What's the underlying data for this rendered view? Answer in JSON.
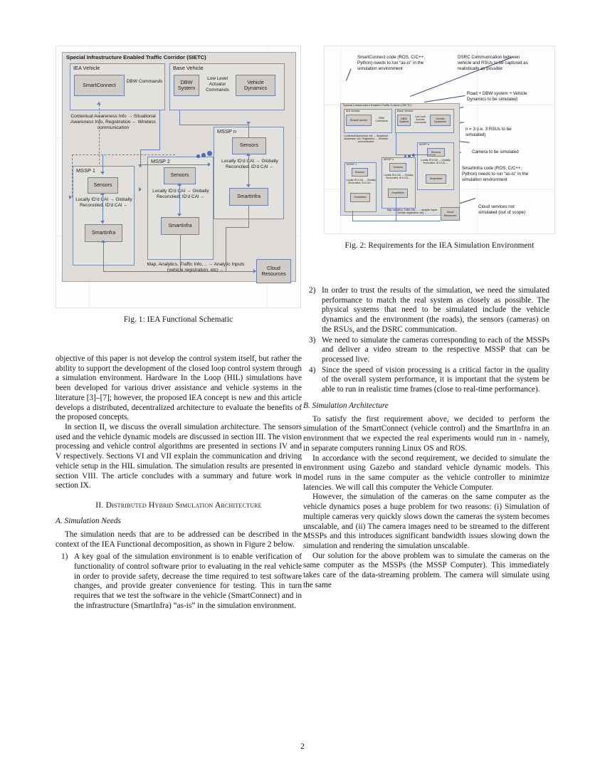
{
  "document": {
    "page_number": "2"
  },
  "figures": [
    {
      "id": "fig1",
      "caption": "Fig. 1: IEA Functional Schematic",
      "outer_title": "Special Infrastructure Enabled Traffic Corridor (SIETC)",
      "groups": {
        "iea_vehicle": "IEA Vehicle",
        "base_vehicle": "Base Vehicle",
        "mssp_n": "MSSP n",
        "mssp_1": "MSSP 1",
        "mssp_2": "MSSP 2"
      },
      "nodes": {
        "smartconnect": "SmartConnect",
        "dbw_system": "DBW System",
        "vehicle_dynamics": "Vehicle Dynamics",
        "sensors_n": "Sensors",
        "smartinfra_n": "SmartInfra",
        "sensors_1": "Sensors",
        "smartinfra_1": "SmartInfra",
        "sensors_2": "Sensors",
        "smartinfra_2": "SmartInfra",
        "cloud_resources": "Cloud Resources"
      },
      "labels": {
        "dbw_commands": "DBW Commands",
        "low_level_actuator": "Low Level Actuator Commands",
        "contextual": "Contextual Awareness Info → Situational Awareness Info, Registration ← Wireless communication",
        "cai_n": "Locally ID'd CAI → Globally Reconciled, ID'd CAI ←",
        "cai_1": "Locally ID'd CAI → Globally Reconciled, ID'd CAI ←",
        "cai_2": "Locally ID'd CAI → Globally Reconciled, ID'd CAI ←",
        "cloud_link": "Map, Analytics, Traffic Info, .. → Analytic Inputs  (vehicle registration, etc) ←"
      }
    },
    {
      "id": "fig2",
      "caption": "Fig. 2: Requirements for the IEA Simulation Environment",
      "annotations": [
        "SmartConnect code (ROS, C/C++, Python) needs to run “as-is” in the simulation environment",
        "DSRC Communication between vehicle and RSUs to be captured as realistically as possible",
        "Road + DBW system + Vehicle Dynamics to be simulated",
        "n = 3 (i.e. 3 RSUs to be simulated)",
        "Camera to be simulated",
        "SmartInfra code (ROS, C/C++, Python) needs to run “as-is” in the simulation environment",
        "Cloud services not simulated (out of scope)"
      ]
    }
  ],
  "left_column": {
    "paragraphs": [
      "objective of this paper is not develop the control system itself, but rather the ability to support the development of the closed loop control system through a simulation environment. Hardware In the Loop (HIL) simulations have been developed for various driver assistance and vehicle systems in the literature [3]–[7]; however, the proposed IEA concept is new and this article develops a distributed, decentralized architecture to evaluate the benefits of the proposed concepts.",
      "In section II, we discuss the overall simulation architecture. The sensors used and the vehicle dynamic models are discussed in section III. The vision processing and vehicle control algorithms are presented in sections IV and V respectively. Sections VI and VII explain the communication and driving vehicle setup in the HIL simulation. The simulation results are presented in section VIII. The article concludes with a summary and future work in section IX."
    ],
    "section_heading": "II.  Distributed Hybrid Simulation Architecture",
    "subsection_heading": "A.  Simulation Needs",
    "intro_paragraph": "The simulation needs that are to be addressed can be described in the context of the IEA Functional decomposition, as shown in Figure 2 below.",
    "list_items": [
      {
        "num": "1)",
        "text": "A key goal of the simulation environment is to enable verification of functionality of control software prior to evaluating in the real vehicle in order to provide safety, decrease the time required to test software changes, and provide greater convenience for testing. This in turn requires that we test the software in the vehicle (SmartConnect) and in the infrastructure (SmartInfra) “as-is” in the simulation environment."
      }
    ]
  },
  "right_column": {
    "list_items": [
      {
        "num": "2)",
        "text": "In order to trust the results of the simulation, we need the simulated performance to match the real system as closely as possible. The physical systems that need to be simulated include the vehicle dynamics and the environment (the roads), the sensors (cameras) on the RSUs, and the DSRC communication."
      },
      {
        "num": "3)",
        "text": "We need to simulate the cameras corresponding to each of the MSSPs and deliver a video stream to the respective MSSP that can be processed live."
      },
      {
        "num": "4)",
        "text": "Since the speed of vision processing is a critical factor in the quality of the overall system performance, it is important that the system be able to run in realistic time frames (close to real-time performance)."
      }
    ],
    "subsection_heading": "B.  Simulation Architecture",
    "paragraphs": [
      "To satisfy the first requirement above, we decided to perform the simulation of the SmartConnect (vehicle control) and the SmartInfra in an environment that we expected the real experiments would run in - namely, in separate computers running Linux OS and ROS.",
      "In accordance with the second requirement, we decided to simulate the environment using Gazebo and standard vehicle dynamic models. This model runs in the same computer as the vehicle controller to minimize latencies. We will call this computer the Vehicle Computer.",
      "However, the simulation of the cameras on the same computer as the vehicle dynamics poses a huge problem for two reasons: (i) Simulation of multiple cameras very quickly slows down the cameras the system becomes unscalable, and (ii) The camera images need to be streamed to the different MSSPs and this introduces significant bandwidth issues slowing down the simulation and rendering the simulation unscalable.",
      "Our solution for the above problem was to simulate the cameras on the same computer as the MSSPs (the MSSP Computer). This immediately takes care of the data-streaming problem. The camera will simulate using the same"
    ]
  },
  "colors": {
    "node_fill": "#cfccc9",
    "group_fill": "#e3e1de",
    "outer_fill": "#dedbd8",
    "connector": "#5f7fbf",
    "leader": "#37456e"
  }
}
